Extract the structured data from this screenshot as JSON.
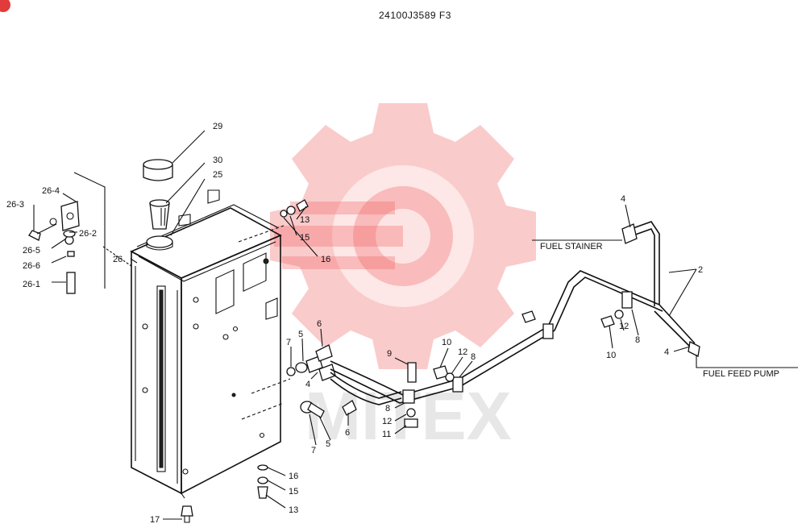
{
  "drawing": {
    "number": "24100J3589 F3"
  },
  "notes": {
    "fuel_stainer": "FUEL STAINER",
    "fuel_feed_pump": "FUEL FEED PUMP"
  },
  "watermark": {
    "text": "MITEX",
    "color": "#f26b6b"
  },
  "callouts": {
    "c29": "29",
    "c30": "30",
    "c25": "25",
    "c26_4": "26-4",
    "c26_3": "26-3",
    "c26_2": "26-2",
    "c26_5": "26-5",
    "c26_6": "26-6",
    "c26_1": "26-1",
    "c26": "26",
    "c13a": "13",
    "c15a": "15",
    "c16a": "16",
    "c4a": "4",
    "c2": "2",
    "c4b": "4",
    "c6a": "6",
    "c5a": "5",
    "c7a": "7",
    "c4c": "4",
    "c9": "9",
    "c10a": "10",
    "c12a": "12",
    "c8a": "8",
    "c10b": "10",
    "c12b": "12",
    "c8b": "8",
    "c8c": "8",
    "c12c": "12",
    "c11": "11",
    "c6b": "6",
    "c5b": "5",
    "c7b": "7",
    "c16b": "16",
    "c15b": "15",
    "c13b": "13",
    "c17": "17"
  }
}
